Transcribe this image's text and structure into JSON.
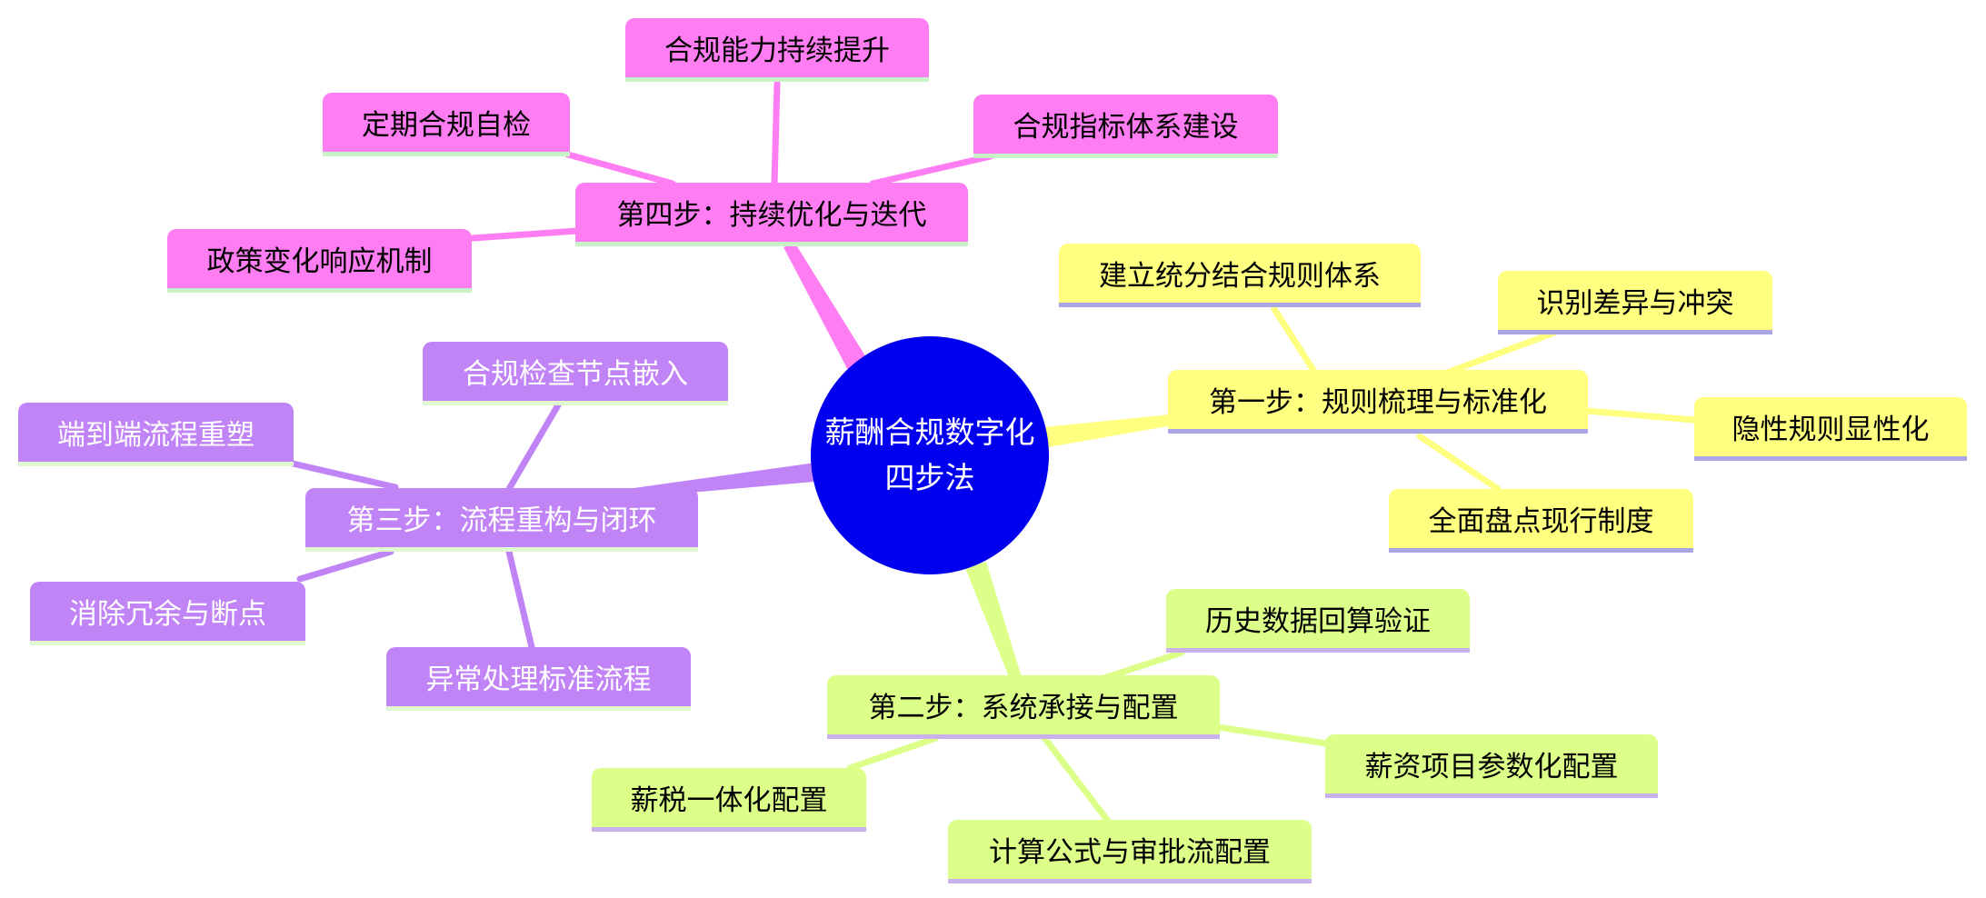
{
  "root": {
    "line1": "薪酬合规数字化",
    "line2": "四步法",
    "color": "#0000ee"
  },
  "branches": [
    {
      "id": "s1",
      "label": "第一步：规则梳理与标准化",
      "color": "#ffff80",
      "children": [
        {
          "label": "建立统分结合规则体系"
        },
        {
          "label": "识别差异与冲突"
        },
        {
          "label": "隐性规则显性化"
        },
        {
          "label": "全面盘点现行制度"
        }
      ]
    },
    {
      "id": "s2",
      "label": "第二步：系统承接与配置",
      "color": "#dcff8a",
      "children": [
        {
          "label": "历史数据回算验证"
        },
        {
          "label": "薪资项目参数化配置"
        },
        {
          "label": "计算公式与审批流配置"
        },
        {
          "label": "薪税一体化配置"
        }
      ]
    },
    {
      "id": "s3",
      "label": "第三步：流程重构与闭环",
      "color": "#c184f6",
      "children": [
        {
          "label": "合规检查节点嵌入"
        },
        {
          "label": "端到端流程重塑"
        },
        {
          "label": "消除冗余与断点"
        },
        {
          "label": "异常处理标准流程"
        }
      ]
    },
    {
      "id": "s4",
      "label": "第四步：持续优化与迭代",
      "color": "#ff7df3",
      "children": [
        {
          "label": "合规能力持续提升"
        },
        {
          "label": "定期合规自检"
        },
        {
          "label": "合规指标体系建设"
        },
        {
          "label": "政策变化响应机制"
        }
      ]
    }
  ]
}
